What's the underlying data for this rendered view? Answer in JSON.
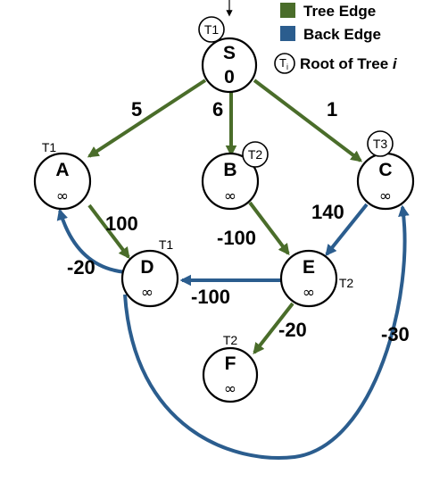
{
  "legend": {
    "tree_edge_label": "Tree Edge",
    "back_edge_label": "Back Edge",
    "root_symbol": "T",
    "root_symbol_sub": "i",
    "root_label": "Root of Tree ",
    "root_label_italic": "i"
  },
  "colors": {
    "tree_edge": "#4a6d2a",
    "back_edge": "#2b5d8e"
  },
  "nodes": {
    "S": {
      "name": "S",
      "dist": "0",
      "tree": "T1"
    },
    "A": {
      "name": "A",
      "dist": "∞",
      "tree": "T1"
    },
    "B": {
      "name": "B",
      "dist": "∞",
      "tree": "T2"
    },
    "C": {
      "name": "C",
      "dist": "∞",
      "tree": "T3"
    },
    "D": {
      "name": "D",
      "dist": "∞",
      "tree": "T1"
    },
    "E": {
      "name": "E",
      "dist": "∞",
      "tree": "T2"
    },
    "F": {
      "name": "F",
      "dist": "∞",
      "tree": "T2"
    }
  },
  "edges": {
    "s_a": {
      "from": "S",
      "to": "A",
      "type": "tree",
      "weight": "5"
    },
    "s_b": {
      "from": "S",
      "to": "B",
      "type": "tree",
      "weight": "6"
    },
    "s_c": {
      "from": "S",
      "to": "C",
      "type": "tree",
      "weight": "1"
    },
    "a_d": {
      "from": "A",
      "to": "D",
      "type": "tree",
      "weight": "100"
    },
    "b_e": {
      "from": "B",
      "to": "E",
      "type": "tree",
      "weight": "-100"
    },
    "c_e": {
      "from": "C",
      "to": "E",
      "type": "back",
      "weight": "140"
    },
    "d_a": {
      "from": "D",
      "to": "A",
      "type": "back",
      "weight": "-20"
    },
    "e_d": {
      "from": "E",
      "to": "D",
      "type": "back",
      "weight": "-100"
    },
    "e_f": {
      "from": "E",
      "to": "F",
      "type": "tree",
      "weight": "-20"
    },
    "d_c": {
      "from": "D",
      "to": "C",
      "type": "back",
      "weight": "-30"
    }
  }
}
